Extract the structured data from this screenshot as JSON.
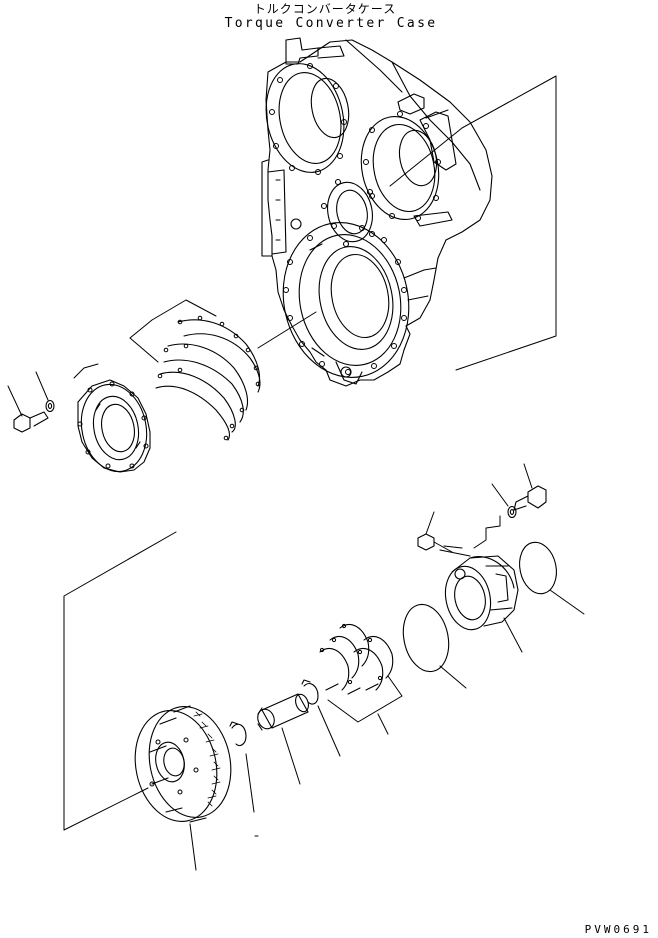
{
  "title": {
    "japanese": "トルクコンバータケース",
    "english": "Torque Converter Case"
  },
  "drawing_code": "PVW0691",
  "parts": [
    {
      "name": "torque-converter-case"
    },
    {
      "name": "front-cover"
    },
    {
      "name": "cover-gaskets"
    },
    {
      "name": "cover-bolt"
    },
    {
      "name": "cover-washer"
    },
    {
      "name": "gear"
    },
    {
      "name": "snap-ring"
    },
    {
      "name": "bushing"
    },
    {
      "name": "retaining-ring"
    },
    {
      "name": "shims"
    },
    {
      "name": "o-ring"
    },
    {
      "name": "bearing-cage"
    },
    {
      "name": "cage-gasket"
    },
    {
      "name": "cage-bolt"
    },
    {
      "name": "cage-washer"
    },
    {
      "name": "plug"
    }
  ],
  "colors": {
    "ink": "#000000",
    "paper": "#ffffff"
  }
}
